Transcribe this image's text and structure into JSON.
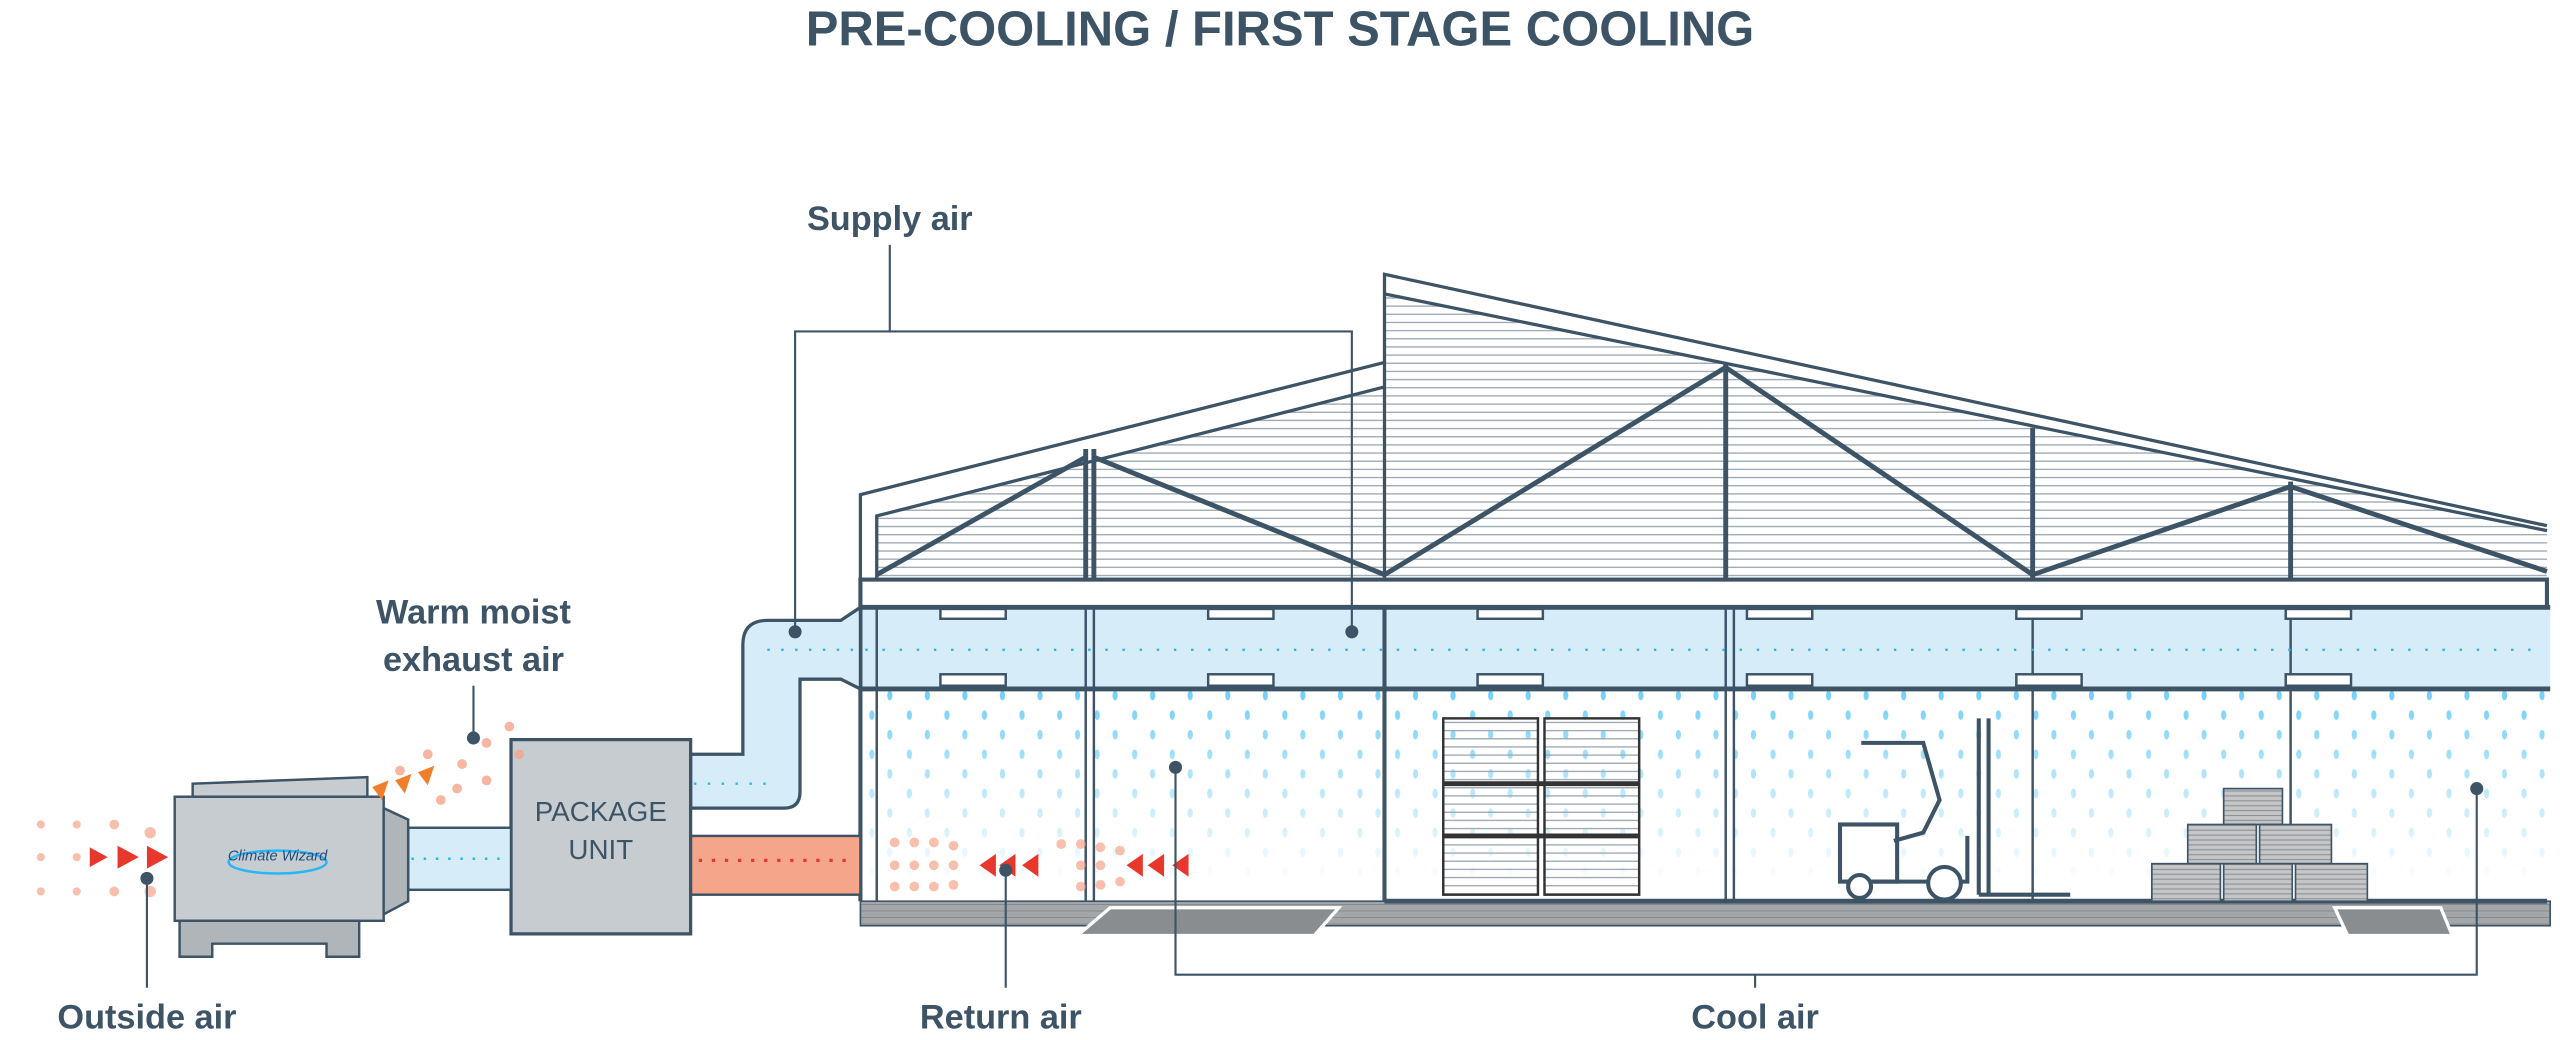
{
  "title": "PRE-COOLING / FIRST STAGE COOLING",
  "labels": {
    "supply_air": "Supply air",
    "warm_exhaust_line1": "Warm moist",
    "warm_exhaust_line2": "exhaust air",
    "outside_air": "Outside air",
    "return_air": "Return air",
    "cool_air": "Cool air"
  },
  "package_unit": {
    "line1": "PACKAGE",
    "line2": "UNIT"
  },
  "climate_unit_logo": "Climate Wizard",
  "colors": {
    "text": "#3d5366",
    "cool_air": "#d6ecf9",
    "cool_dots": "#4fc3f7",
    "warm_air": "#f4a58a",
    "warm_arrow": "#e8372c",
    "unit_grey": "#c7ccd1"
  }
}
